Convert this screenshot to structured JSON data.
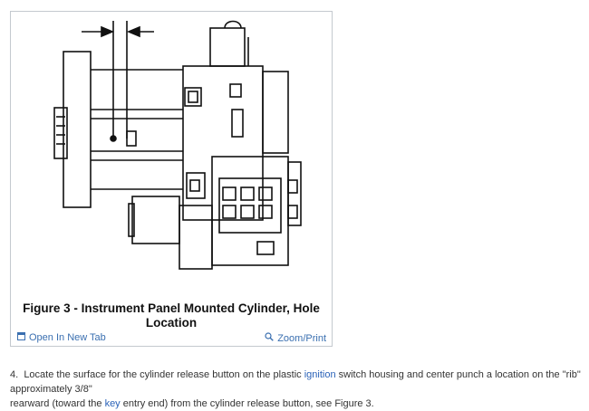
{
  "figure": {
    "caption_line1": "Figure 3 - Instrument Panel Mounted Cylinder, Hole",
    "caption_line2": "Location",
    "open_tab_label": "Open In New Tab",
    "zoom_label": "Zoom/Print",
    "icons": {
      "open_tab": "window-icon",
      "zoom": "magnifier-icon"
    }
  },
  "step": {
    "number": "4.",
    "text_1": "Locate the surface for the cylinder release button on the plastic",
    "link_1": "ignition",
    "text_2": "switch housing and center punch a location on the \"rib\" approximately 3/8\"",
    "text_3": "rearward (toward the",
    "link_2": "key",
    "text_4": "entry end) from the cylinder release button, see Figure 3."
  },
  "colors": {
    "link": "#2a62b8",
    "border": "#c4c9cf"
  }
}
